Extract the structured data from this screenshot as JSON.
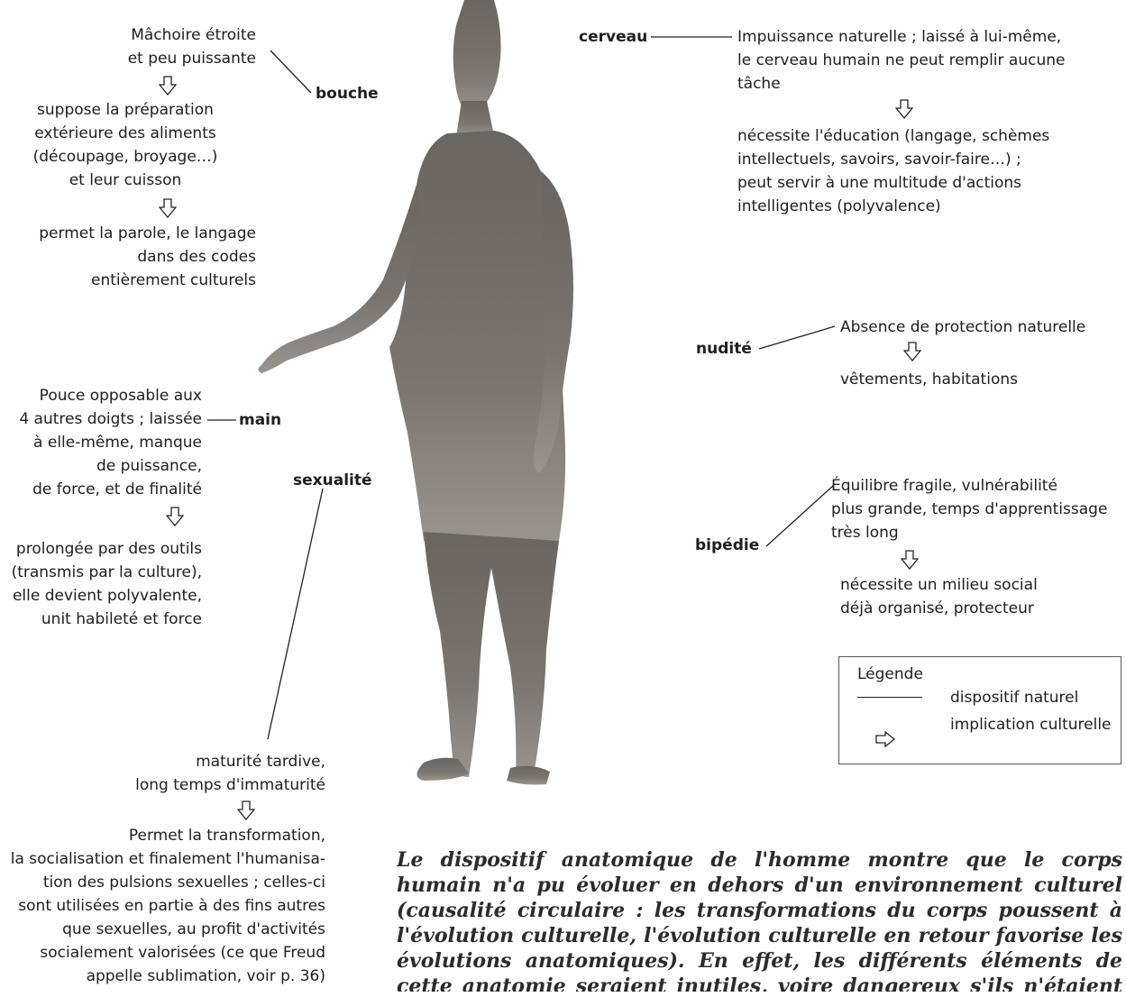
{
  "labels": {
    "bouche": "bouche",
    "cerveau": "cerveau",
    "nudite": "nudité",
    "main": "main",
    "sexualite": "sexualité",
    "bipedie": "bipédie"
  },
  "bouche_block": {
    "line1": "Mâchoire étroite",
    "line2": "et peu puissante",
    "line3": "suppose la préparation",
    "line4": "extérieure des aliments",
    "line5": "(découpage, broyage…)",
    "line6": "et leur cuisson",
    "line7": "permet la parole, le langage",
    "line8": "dans des codes",
    "line9": "entièrement culturels"
  },
  "cerveau_block": {
    "line1": "Impuissance naturelle ; laissé à lui-même,",
    "line2": "le cerveau humain ne peut remplir aucune",
    "line3": "tâche",
    "line4": "nécessite l'éducation (langage, schèmes",
    "line5": "intellectuels, savoirs, savoir-faire…) ;",
    "line6": "peut servir à une multitude d'actions",
    "line7": "intelligentes (polyvalence)"
  },
  "nudite_block": {
    "line1": "Absence de protection naturelle",
    "line2": "vêtements, habitations"
  },
  "main_block": {
    "line1": "Pouce opposable aux",
    "line2": "4 autres doigts ; laissée",
    "line3": "à elle-même, manque",
    "line4": "de puissance,",
    "line5": "de force, et de finalité",
    "line6": "prolongée par des outils",
    "line7": "(transmis par la culture),",
    "line8": "elle devient polyvalente,",
    "line9": "unit habileté et force"
  },
  "bipedie_block": {
    "line1": "Équilibre fragile, vulnérabilité",
    "line2": "plus grande, temps d'apprentissage",
    "line3": "très long",
    "line4": "nécessite un milieu social",
    "line5": "déjà organisé, protecteur"
  },
  "sexualite_block": {
    "line1": "maturité tardive,",
    "line2": "long temps d'immaturité",
    "line3": "Permet la transformation,",
    "line4": "la socialisation et finalement l'humanisa-",
    "line5": "tion des pulsions sexuelles ; celles-ci",
    "line6": "sont utilisées en partie à des fins autres",
    "line7": "que sexuelles, au profit d'activités",
    "line8": "socialement valorisées (ce que Freud",
    "line9": "appelle sublimation, voir p. 36)"
  },
  "legend": {
    "title": "Légende",
    "natural": "dispositif naturel",
    "cultural": "implication culturelle"
  },
  "caption": "Le dispositif anatomique de l'homme montre que le corps humain n'a pu évoluer en dehors d'un environnement culturel (causalité circulaire : les transformations du corps poussent à l'évolution culturelle, l'évolution culturelle en retour favorise les évolutions anatomiques). En effet, les différents éléments de cette anatomie seraient inutiles, voire dangereux s'ils n'étaient accompagnés d'un prolongement culturel",
  "colors": {
    "silhouette": "#6f6a66",
    "text": "#1e1e1e"
  },
  "icons": {
    "implication": "hollow-down-arrow-icon"
  }
}
